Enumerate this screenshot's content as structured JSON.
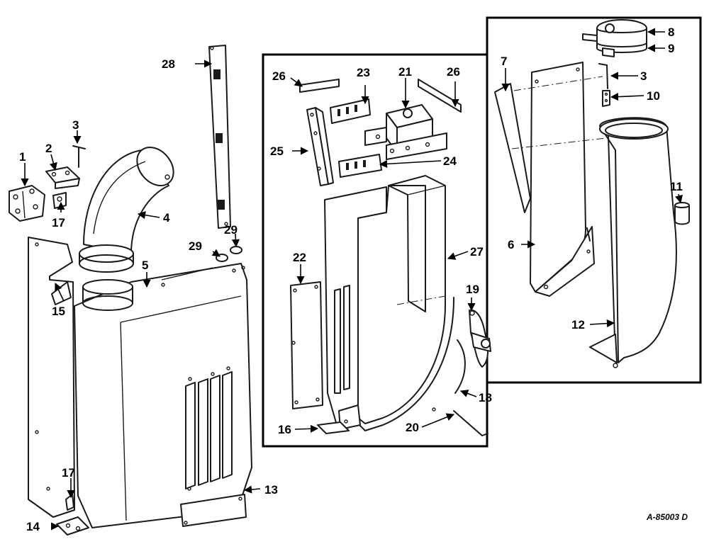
{
  "figure_code": "A-85003 D",
  "callouts": {
    "n1": "1",
    "n2": "2",
    "n3a": "3",
    "n3b": "3",
    "n4": "4",
    "n5": "5",
    "n6": "6",
    "n7": "7",
    "n8": "8",
    "n9": "9",
    "n10": "10",
    "n11": "11",
    "n12": "12",
    "n13": "13",
    "n14": "14",
    "n15": "15",
    "n16": "16",
    "n17a": "17",
    "n17b": "17",
    "n18": "18",
    "n19": "19",
    "n20": "20",
    "n21": "21",
    "n22": "22",
    "n23": "23",
    "n24": "24",
    "n25": "25",
    "n26a": "26",
    "n26b": "26",
    "n27": "27",
    "n28": "28",
    "n29a": "29",
    "n29b": "29"
  }
}
